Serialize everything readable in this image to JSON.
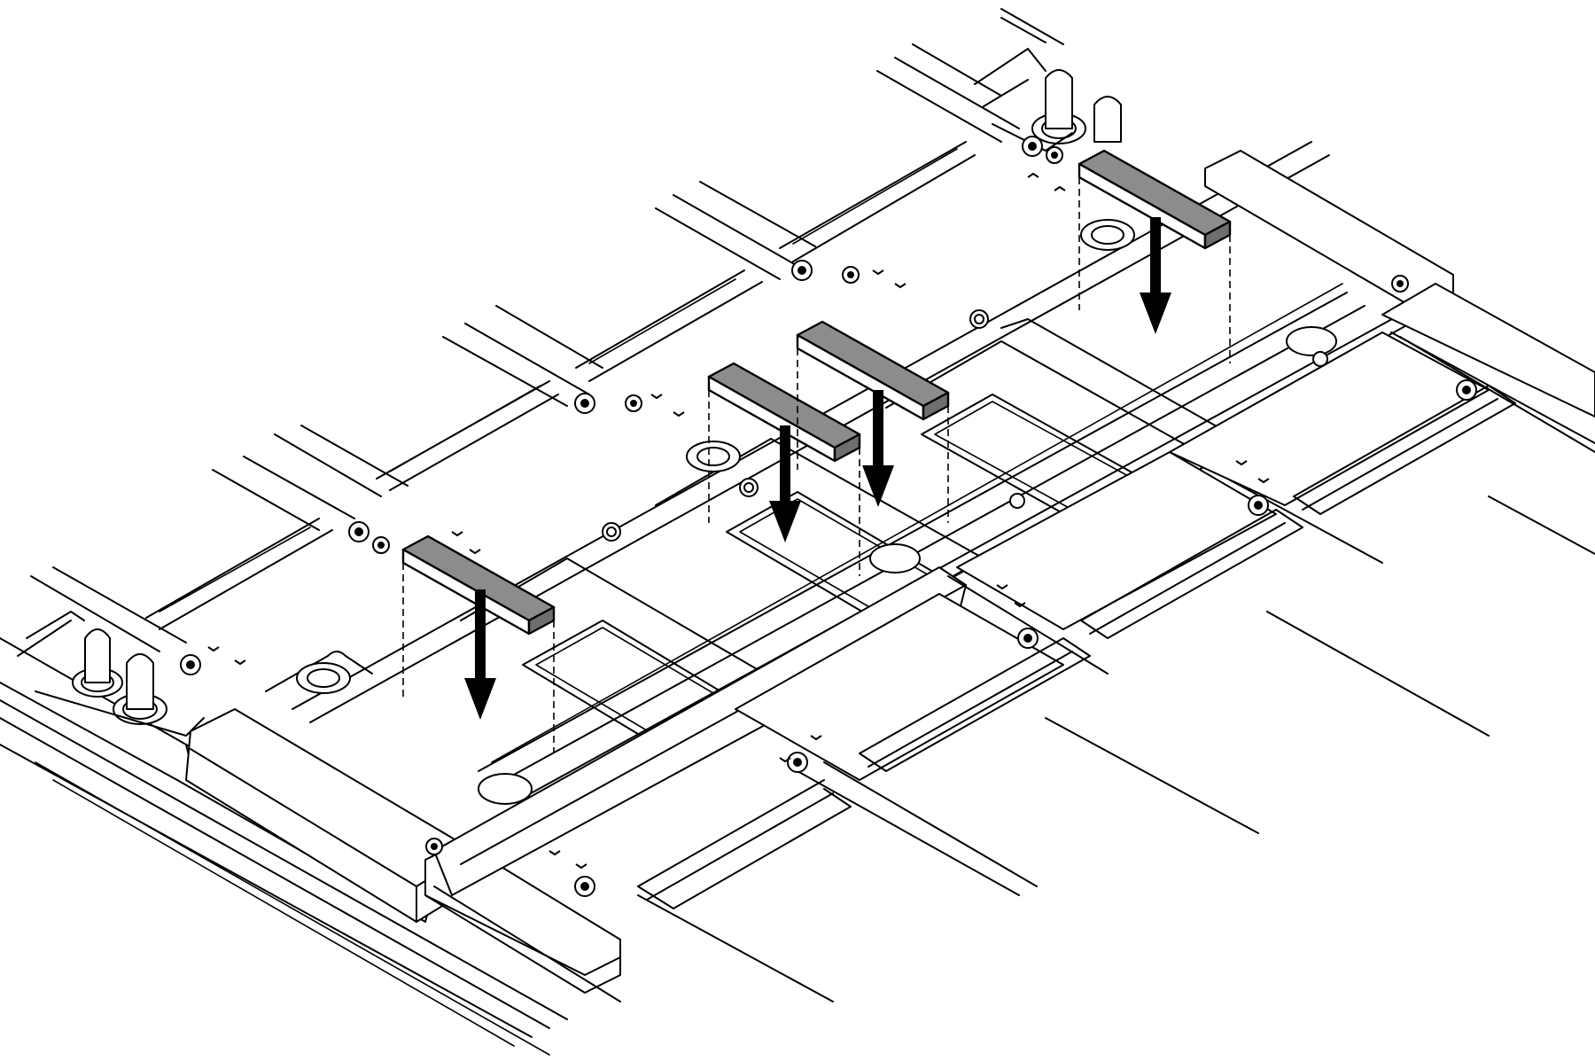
{
  "colors": {
    "line": "#000000",
    "background": "#ffffff",
    "pad_top": "#8c8c8c",
    "pad_end": "#6e6e6e"
  },
  "icons": {
    "arrow": "down-arrow-icon",
    "screw": "screw-icon",
    "guide_pin": "guide-pin-icon"
  },
  "parts": {
    "pads": [
      "thermal-pad-1",
      "thermal-pad-2",
      "thermal-pad-3",
      "thermal-pad-4"
    ],
    "cold_plates": [
      "cold-plate-1",
      "cold-plate-2",
      "cold-plate-3"
    ]
  }
}
